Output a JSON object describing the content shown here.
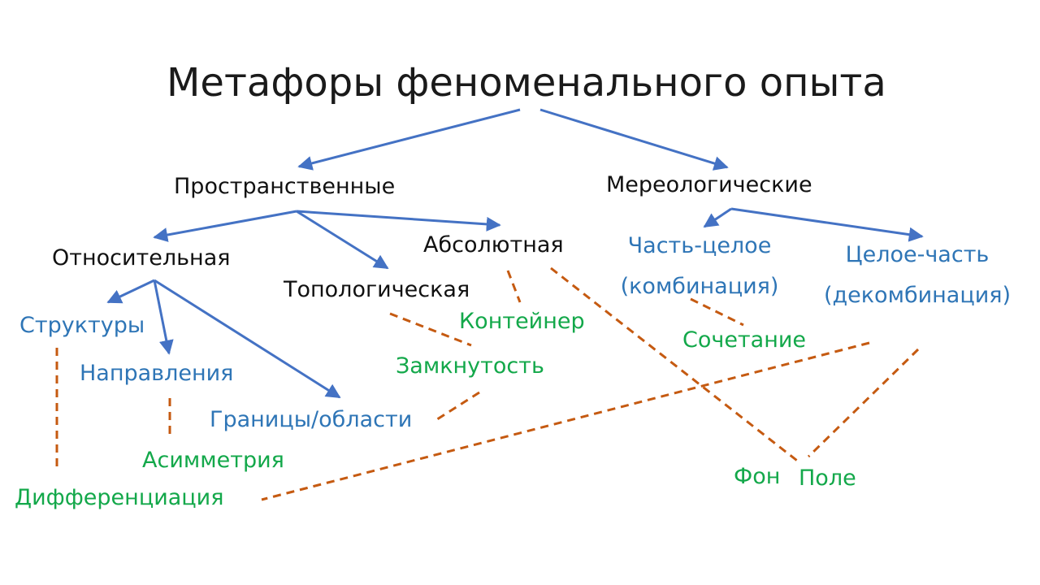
{
  "title": "Метафоры феноменального опыта",
  "colors": {
    "arrow": "#4472c4",
    "dashed": "#c55a11",
    "black_text": "#111111",
    "blue_text": "#2e75b6",
    "green_text": "#13a84a"
  },
  "nodes": {
    "spatial": "Пространственные",
    "mereological": "Мереологические",
    "relative": "Относительная",
    "topological": "Топологическая",
    "absolute": "Абсолютная",
    "part_whole": {
      "line1": "Часть-целое",
      "line2": "(комбинация)"
    },
    "whole_part": {
      "line1": "Целое-часть",
      "line2": "(декомбинация)"
    },
    "structures": "Структуры",
    "directions": "Направления",
    "boundaries": "Границы/области",
    "container": "Контейнер",
    "closure": "Замкнутость",
    "combination": "Сочетание",
    "asymmetry": "Асимметрия",
    "differentiation": "Дифференциация",
    "background": "Фон",
    "field": "Поле"
  }
}
